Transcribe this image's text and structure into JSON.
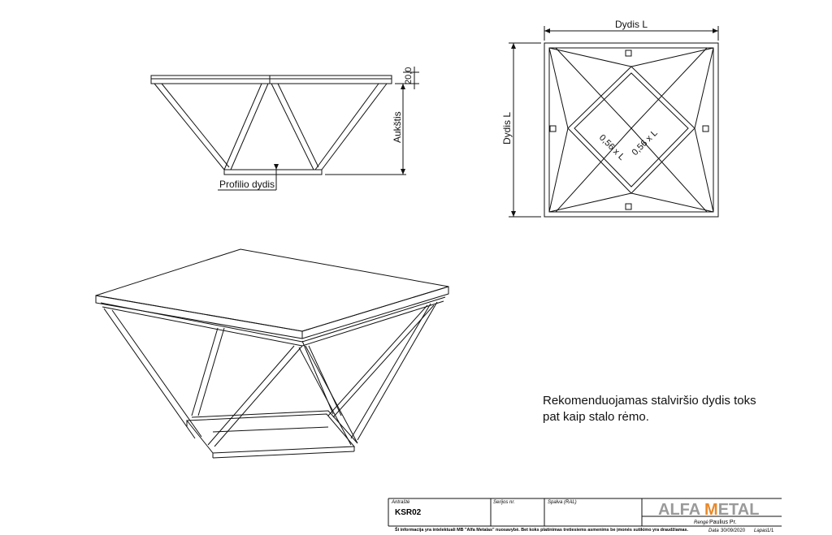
{
  "front_view": {
    "top_thickness": "20,0",
    "height_label": "Aukštis",
    "profile_label": "Profilio dydis"
  },
  "top_view": {
    "width_label": "Dydis L",
    "depth_label": "Dydis L",
    "inner_dim_1": "0,56 x L",
    "inner_dim_2": "0,56 x L"
  },
  "note": {
    "line1": "Rekomenduojamas stalviršio dydis toks",
    "line2": "pat kaip stalo rėmo."
  },
  "title_block": {
    "name_header": "Antraštė",
    "name_value": "KSR02",
    "serial_header": "Serijos nr.",
    "color_header": "Spalva (RAL)",
    "logo_part1": "ALFA ",
    "logo_part2": "M",
    "logo_part3": "ETAL",
    "drawn_by_header": "Rengė",
    "drawn_by_value": "Paulius Pr.",
    "date_header": "Data",
    "date_value": "30/09/2020",
    "sheet_header": "Lapas",
    "sheet_value": "1/1",
    "disclaimer": "Ši informacija yra intelektuali MB \"Alfa Metalas\" nuosavybė. Bet koks platinimas tretiesiems asmenims be įmonės sutikimo yra draudžiamas.",
    "accent_color": "#e8892a"
  }
}
